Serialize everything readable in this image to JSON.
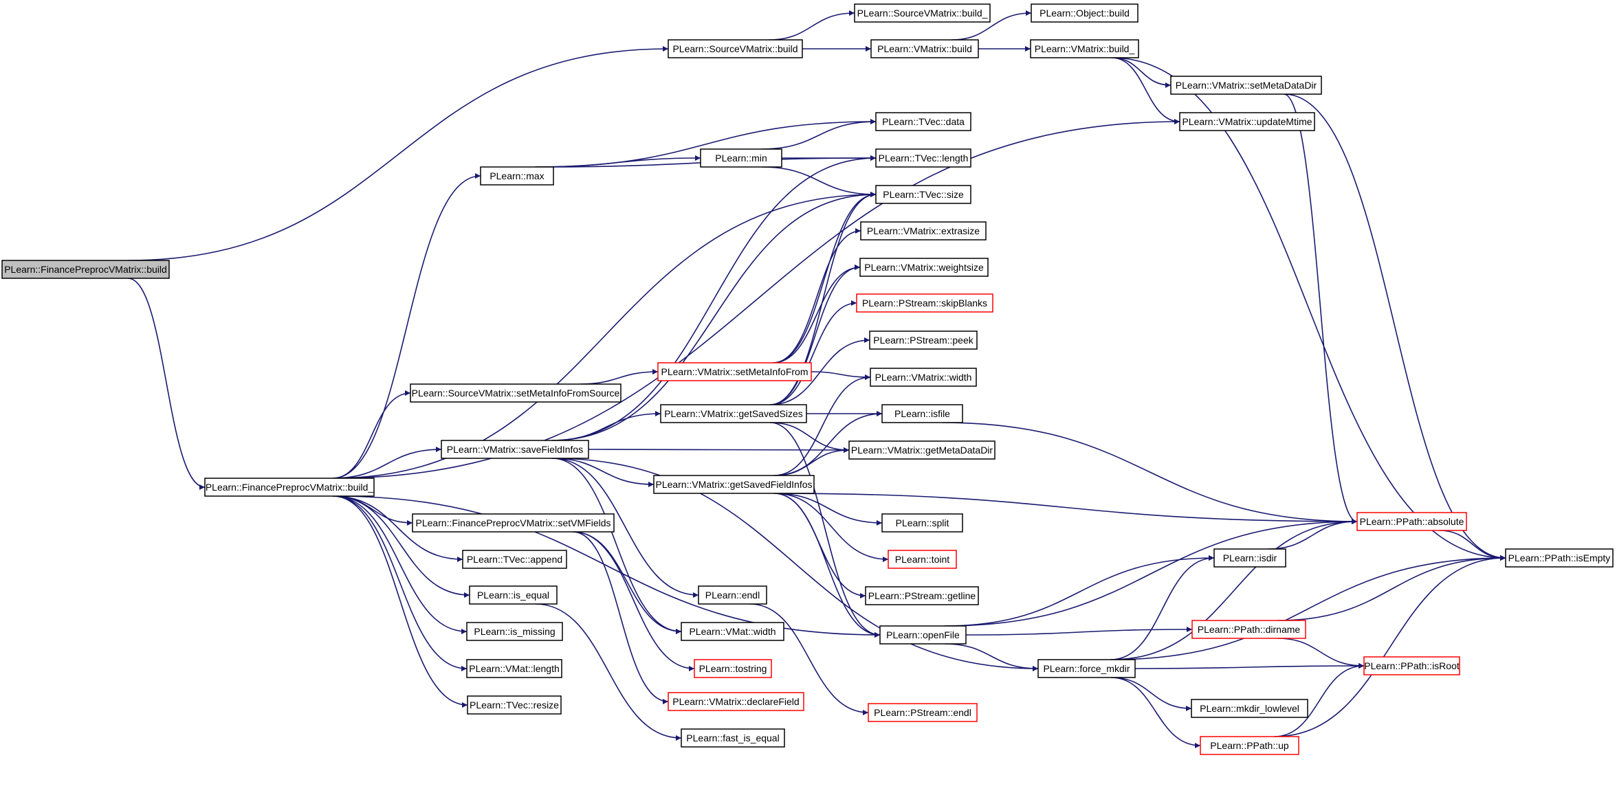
{
  "title": "",
  "colors": {
    "edge": "#191970",
    "node_border": "#000000",
    "node_border_truncated": "#ff0000",
    "root_fill": "#bfbfbf",
    "node_fill": "#ffffff"
  },
  "nodes": [
    {
      "id": "n0",
      "label": "PLearn::FinancePreprocVMatrix::build",
      "style": "root"
    },
    {
      "id": "n1",
      "label": "PLearn::FinancePreprocVMatrix::build_",
      "style": "normal"
    },
    {
      "id": "n2",
      "label": "PLearn::SourceVMatrix::build",
      "style": "normal"
    },
    {
      "id": "n3",
      "label": "PLearn::SourceVMatrix::build_",
      "style": "normal"
    },
    {
      "id": "n4",
      "label": "PLearn::VMatrix::build",
      "style": "normal"
    },
    {
      "id": "n5",
      "label": "PLearn::Object::build",
      "style": "normal"
    },
    {
      "id": "n6",
      "label": "PLearn::VMatrix::build_",
      "style": "normal"
    },
    {
      "id": "n7",
      "label": "PLearn::VMatrix::setMetaDataDir",
      "style": "normal"
    },
    {
      "id": "n8",
      "label": "PLearn::VMatrix::updateMtime",
      "style": "normal"
    },
    {
      "id": "n9",
      "label": "PLearn::TVec::data",
      "style": "normal"
    },
    {
      "id": "n10",
      "label": "PLearn::max",
      "style": "normal"
    },
    {
      "id": "n11",
      "label": "PLearn::min",
      "style": "normal"
    },
    {
      "id": "n12",
      "label": "PLearn::TVec::length",
      "style": "normal"
    },
    {
      "id": "n13",
      "label": "PLearn::TVec::size",
      "style": "normal"
    },
    {
      "id": "n14",
      "label": "PLearn::VMatrix::extrasize",
      "style": "normal"
    },
    {
      "id": "n15",
      "label": "PLearn::VMatrix::weightsize",
      "style": "normal"
    },
    {
      "id": "n16",
      "label": "PLearn::PStream::skipBlanks",
      "style": "red"
    },
    {
      "id": "n17",
      "label": "PLearn::PStream::peek",
      "style": "normal"
    },
    {
      "id": "n18",
      "label": "PLearn::VMatrix::setMetaInfoFrom",
      "style": "red"
    },
    {
      "id": "n19",
      "label": "PLearn::VMatrix::width",
      "style": "normal"
    },
    {
      "id": "n20",
      "label": "PLearn::SourceVMatrix::setMetaInfoFromSource",
      "style": "normal"
    },
    {
      "id": "n21",
      "label": "PLearn::VMatrix::getSavedSizes",
      "style": "normal"
    },
    {
      "id": "n22",
      "label": "PLearn::isfile",
      "style": "normal"
    },
    {
      "id": "n23",
      "label": "PLearn::VMatrix::saveFieldInfos",
      "style": "normal"
    },
    {
      "id": "n24",
      "label": "PLearn::VMatrix::getMetaDataDir",
      "style": "normal"
    },
    {
      "id": "n25",
      "label": "PLearn::VMatrix::getSavedFieldInfos",
      "style": "normal"
    },
    {
      "id": "n26",
      "label": "PLearn::PPath::absolute",
      "style": "red"
    },
    {
      "id": "n27",
      "label": "PLearn::FinancePreprocVMatrix::setVMFields",
      "style": "normal"
    },
    {
      "id": "n28",
      "label": "PLearn::split",
      "style": "normal"
    },
    {
      "id": "n29",
      "label": "PLearn::PPath::isEmpty",
      "style": "normal"
    },
    {
      "id": "n30",
      "label": "PLearn::TVec::append",
      "style": "normal"
    },
    {
      "id": "n31",
      "label": "PLearn::toint",
      "style": "red"
    },
    {
      "id": "n32",
      "label": "PLearn::isdir",
      "style": "normal"
    },
    {
      "id": "n33",
      "label": "PLearn::is_equal",
      "style": "normal"
    },
    {
      "id": "n34",
      "label": "PLearn::endl",
      "style": "normal"
    },
    {
      "id": "n35",
      "label": "PLearn::PStream::getline",
      "style": "normal"
    },
    {
      "id": "n36",
      "label": "PLearn::is_missing",
      "style": "normal"
    },
    {
      "id": "n37",
      "label": "PLearn::VMat::width",
      "style": "normal"
    },
    {
      "id": "n38",
      "label": "PLearn::openFile",
      "style": "normal"
    },
    {
      "id": "n39",
      "label": "PLearn::PPath::dirname",
      "style": "red"
    },
    {
      "id": "n40",
      "label": "PLearn::VMat::length",
      "style": "normal"
    },
    {
      "id": "n41",
      "label": "PLearn::tostring",
      "style": "red"
    },
    {
      "id": "n42",
      "label": "PLearn::force_mkdir",
      "style": "normal"
    },
    {
      "id": "n43",
      "label": "PLearn::PPath::isRoot",
      "style": "red"
    },
    {
      "id": "n44",
      "label": "PLearn::TVec::resize",
      "style": "normal"
    },
    {
      "id": "n45",
      "label": "PLearn::VMatrix::declareField",
      "style": "red"
    },
    {
      "id": "n46",
      "label": "PLearn::PStream::endl",
      "style": "red"
    },
    {
      "id": "n47",
      "label": "PLearn::mkdir_lowlevel",
      "style": "normal"
    },
    {
      "id": "n48",
      "label": "PLearn::PPath::up",
      "style": "red"
    },
    {
      "id": "n49",
      "label": "PLearn::fast_is_equal",
      "style": "normal"
    }
  ],
  "edges": [
    [
      "n0",
      "n2"
    ],
    [
      "n0",
      "n1"
    ],
    [
      "n2",
      "n3"
    ],
    [
      "n2",
      "n4"
    ],
    [
      "n4",
      "n5"
    ],
    [
      "n4",
      "n6"
    ],
    [
      "n6",
      "n7"
    ],
    [
      "n6",
      "n8"
    ],
    [
      "n6",
      "n29"
    ],
    [
      "n7",
      "n26"
    ],
    [
      "n7",
      "n29"
    ],
    [
      "n1",
      "n8"
    ],
    [
      "n1",
      "n10"
    ],
    [
      "n1",
      "n13"
    ],
    [
      "n1",
      "n20"
    ],
    [
      "n1",
      "n23"
    ],
    [
      "n1",
      "n38"
    ],
    [
      "n1",
      "n27"
    ],
    [
      "n1",
      "n30"
    ],
    [
      "n1",
      "n33"
    ],
    [
      "n1",
      "n36"
    ],
    [
      "n1",
      "n40"
    ],
    [
      "n1",
      "n44"
    ],
    [
      "n10",
      "n11"
    ],
    [
      "n10",
      "n9"
    ],
    [
      "n10",
      "n12"
    ],
    [
      "n11",
      "n9"
    ],
    [
      "n11",
      "n12"
    ],
    [
      "n11",
      "n13"
    ],
    [
      "n20",
      "n18"
    ],
    [
      "n18",
      "n19"
    ],
    [
      "n18",
      "n13"
    ],
    [
      "n18",
      "n14"
    ],
    [
      "n18",
      "n15"
    ],
    [
      "n23",
      "n12"
    ],
    [
      "n23",
      "n13"
    ],
    [
      "n23",
      "n21"
    ],
    [
      "n23",
      "n24"
    ],
    [
      "n23",
      "n25"
    ],
    [
      "n23",
      "n34"
    ],
    [
      "n23",
      "n37"
    ],
    [
      "n23",
      "n42"
    ],
    [
      "n21",
      "n13"
    ],
    [
      "n21",
      "n15"
    ],
    [
      "n21",
      "n16"
    ],
    [
      "n21",
      "n17"
    ],
    [
      "n21",
      "n22"
    ],
    [
      "n21",
      "n24"
    ],
    [
      "n21",
      "n38"
    ],
    [
      "n25",
      "n19"
    ],
    [
      "n25",
      "n22"
    ],
    [
      "n25",
      "n24"
    ],
    [
      "n25",
      "n26"
    ],
    [
      "n25",
      "n28"
    ],
    [
      "n25",
      "n31"
    ],
    [
      "n25",
      "n35"
    ],
    [
      "n25",
      "n38"
    ],
    [
      "n27",
      "n37"
    ],
    [
      "n27",
      "n41"
    ],
    [
      "n27",
      "n45"
    ],
    [
      "n33",
      "n49"
    ],
    [
      "n34",
      "n46"
    ],
    [
      "n22",
      "n26"
    ],
    [
      "n26",
      "n29"
    ],
    [
      "n32",
      "n26"
    ],
    [
      "n38",
      "n26"
    ],
    [
      "n38",
      "n32"
    ],
    [
      "n38",
      "n39"
    ],
    [
      "n38",
      "n42"
    ],
    [
      "n39",
      "n29"
    ],
    [
      "n39",
      "n43"
    ],
    [
      "n42",
      "n32"
    ],
    [
      "n42",
      "n26"
    ],
    [
      "n42",
      "n43"
    ],
    [
      "n42",
      "n47"
    ],
    [
      "n42",
      "n48"
    ],
    [
      "n42",
      "n29"
    ],
    [
      "n48",
      "n43"
    ],
    [
      "n48",
      "n29"
    ]
  ]
}
